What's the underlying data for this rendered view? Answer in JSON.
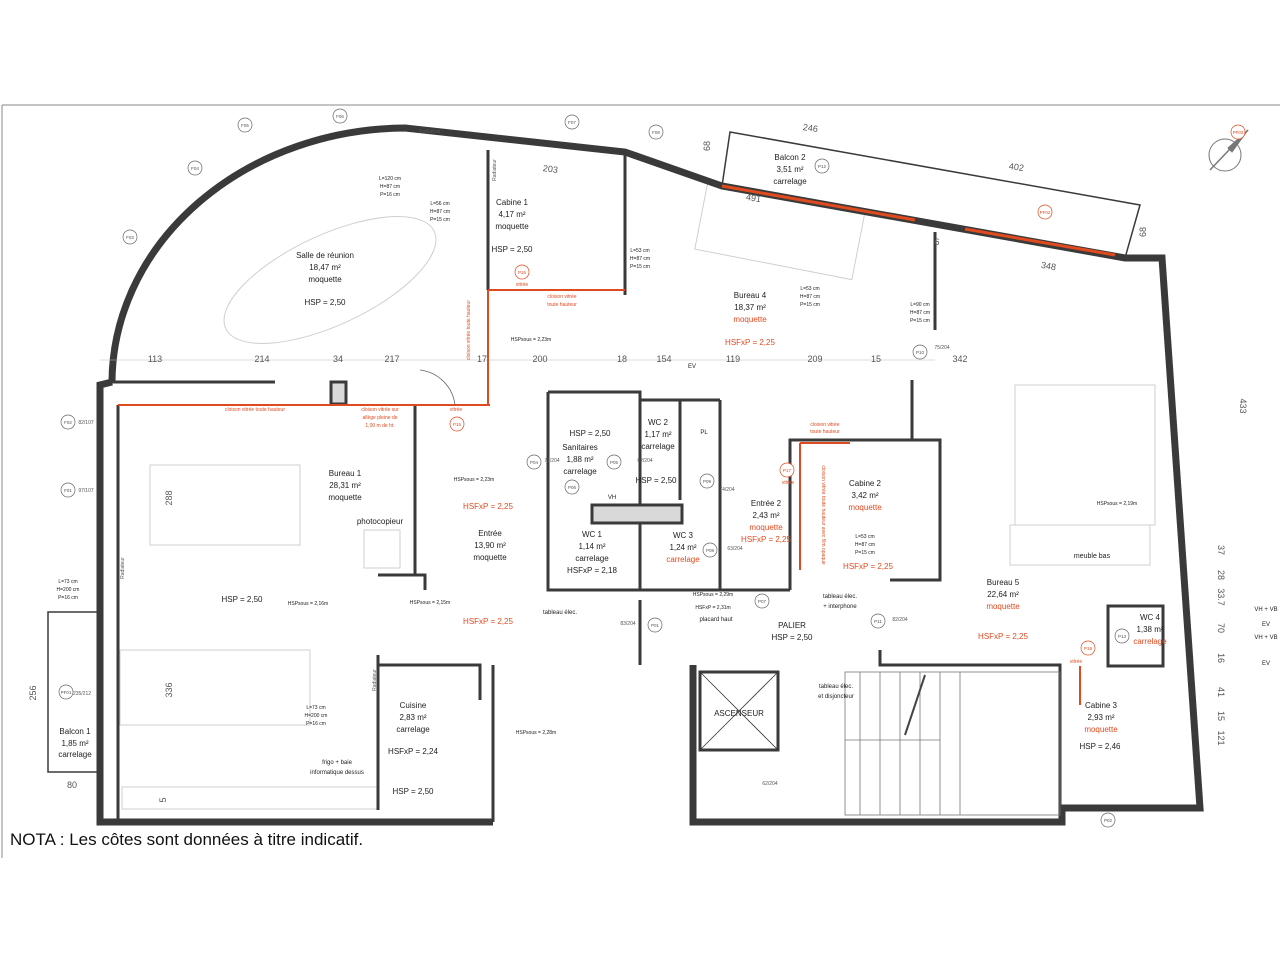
{
  "plan": {
    "rooms": [
      {
        "name": "Salle de réunion",
        "area": "18,47 m²",
        "floor": "moquette",
        "height": "HSP = 2,50"
      },
      {
        "name": "Cabine 1",
        "area": "4,17 m²",
        "floor": "moquette",
        "height": "HSP = 2,50"
      },
      {
        "name": "Bureau 4",
        "area": "18,37 m²",
        "floor": "moquette",
        "height": "HSFxP = 2,25"
      },
      {
        "name": "Bureau 1",
        "area": "28,31 m²",
        "floor": "moquette"
      },
      {
        "name": "Entrée",
        "area": "13,90 m²",
        "floor": "moquette",
        "height": "HSFxP = 2,25"
      },
      {
        "name": "Sanitaires",
        "area": "1,88 m²",
        "floor": "carrelage",
        "height": "HSP = 2,50"
      },
      {
        "name": "WC 2",
        "area": "1,17 m²",
        "floor": "carrelage",
        "height": "HSP = 2,50"
      },
      {
        "name": "WC 1",
        "area": "1,14 m²",
        "floor": "carrelage",
        "height": "HSFxP = 2,18"
      },
      {
        "name": "WC 3",
        "area": "1,24 m²",
        "floor": "carrelage"
      },
      {
        "name": "Entrée 2",
        "area": "2,43 m²",
        "floor": "moquette",
        "height": "HSFxP = 2,25"
      },
      {
        "name": "Cabine 2",
        "area": "3,42 m²",
        "floor": "moquette",
        "height": "HSFxP = 2,25"
      },
      {
        "name": "Bureau 5",
        "area": "22,64 m²",
        "floor": "moquette",
        "height": "HSFxP = 2,25"
      },
      {
        "name": "WC 4",
        "area": "1,38 m²",
        "floor": "carrelage"
      },
      {
        "name": "Cabine 3",
        "area": "2,93 m²",
        "floor": "moquette",
        "height": "HSP = 2,46"
      },
      {
        "name": "Cuisine",
        "area": "2,83 m²",
        "floor": "carrelage",
        "height": "HSFxP = 2,24",
        "height2": "HSP = 2,50"
      },
      {
        "name": "Balcon 1",
        "area": "1,85 m²",
        "floor": "carrelage"
      },
      {
        "name": "Balcon 2",
        "area": "3,51 m²",
        "floor": "carrelage"
      },
      {
        "name": "PALIER",
        "height": "HSP = 2,50"
      },
      {
        "name": "ASCENSEUR"
      }
    ],
    "extra_heights": {
      "bureau1_lower": "HSP = 2,50",
      "entree_lower": "HSFxP = 2,25"
    },
    "dimensions": [
      "113",
      "214",
      "34",
      "217",
      "17",
      "200",
      "18",
      "154",
      "119",
      "209",
      "15",
      "342",
      "203",
      "246",
      "402",
      "491",
      "348",
      "68",
      "68",
      "433",
      "288",
      "336",
      "256",
      "80",
      "37",
      "28",
      "33.7",
      "70",
      "16",
      "41",
      "15",
      "121",
      "6",
      "5"
    ],
    "notes": {
      "glass_full_1": "cloison vitrée toute hauteur",
      "glass_allege_1": "cloison vitrée sur",
      "glass_allege_2": "allège pleine de",
      "glass_allege_3": "1,00 m de ht.",
      "vitree_1": "vitrée",
      "vitree_2": "vitrée",
      "vitree_3": "vitrée",
      "vitree_4": "vitrée",
      "glass_full_2a": "cloison vitrée",
      "glass_full_2b": "toute hauteur",
      "glass_full_3": "cloison vitrée toute hauteur",
      "glass_full_4a": "cloison vitrée",
      "glass_full_4b": "toute hauteur",
      "glass_film": "cloison vitrée toute hauteur avec film opaque",
      "hsp_sous_1": "HSPsous = 2,23m",
      "hsp_sous_2": "HSPsous = 2,23m",
      "hsp_sous_3": "HSPsous = 2,16m",
      "hsp_sous_4": "HSPsous = 2,15m",
      "hsp_sous_5": "HSPsous = 2,19m",
      "hsp_sous_6": "HSPsous = 2,29m",
      "hsfxp_6": "HSFxP = 2,31m",
      "hsp_sous_7": "HSPsous = 2,28m",
      "photocopieur": "photocopieur",
      "tableau_elec": "tableau élec.",
      "placard_haut": "placard haut",
      "tableau_interphone_1": "tableau élec.",
      "tableau_interphone_2": "+ interphone",
      "tableau_disj_1": "tableau élec.",
      "tableau_disj_2": "et disjoncteur",
      "frigo_1": "frigo + baie",
      "frigo_2": "informatique dessus",
      "meuble_bas": "meuble bas",
      "ev": "EV",
      "vh": "VH",
      "pl": "PL"
    },
    "radiators": [
      {
        "l": "L=120 cm",
        "h": "H=87 cm",
        "p": "P=16 cm"
      },
      {
        "l": "L=56 cm",
        "h": "H=87 cm",
        "p": "P=15 cm"
      },
      {
        "l": "L=53 cm",
        "h": "H=87 cm",
        "p": "P=15 cm"
      },
      {
        "l": "L=53 cm",
        "h": "H=87 cm",
        "p": "P=15 cm"
      },
      {
        "l": "L=90 cm",
        "h": "H=87 cm",
        "p": "P=15 cm"
      },
      {
        "l": "L=53 cm",
        "h": "H=87 cm",
        "p": "P=15 cm"
      },
      {
        "l": "L=73 cm",
        "h": "H=200 cm",
        "p": "P=16 cm"
      },
      {
        "l": "L=73 cm",
        "h": "H=200 cm",
        "p": "P=16 cm"
      }
    ],
    "radiator_label": "Radiateur",
    "door_tags": [
      "F02",
      "F01",
      "F03",
      "F04",
      "F05",
      "F06",
      "F07",
      "F08",
      "P15",
      "P16",
      "P10",
      "P04",
      "P05",
      "P06",
      "P09",
      "P08",
      "P17",
      "P01",
      "P07",
      "P11",
      "P13",
      "P19",
      "P12",
      "P02",
      "PF01",
      "PF02",
      "PF03"
    ],
    "door_dims": [
      "82/107",
      "97/107",
      "72/204",
      "62/204",
      "74/204",
      "63/204",
      "83/204",
      "82/204",
      "75/204",
      "62/204",
      "235/212"
    ],
    "networks": [
      "VH + VB",
      "EV",
      "VH + VB",
      "EV"
    ],
    "nota": "NOTA : Les côtes sont données à titre indicatif.",
    "colors": {
      "wall": "#3a3a3a",
      "wall_fill": "#d9d9d9",
      "accent": "#e04a1f",
      "furniture": "#c9c9c9",
      "text": "#222222"
    }
  }
}
